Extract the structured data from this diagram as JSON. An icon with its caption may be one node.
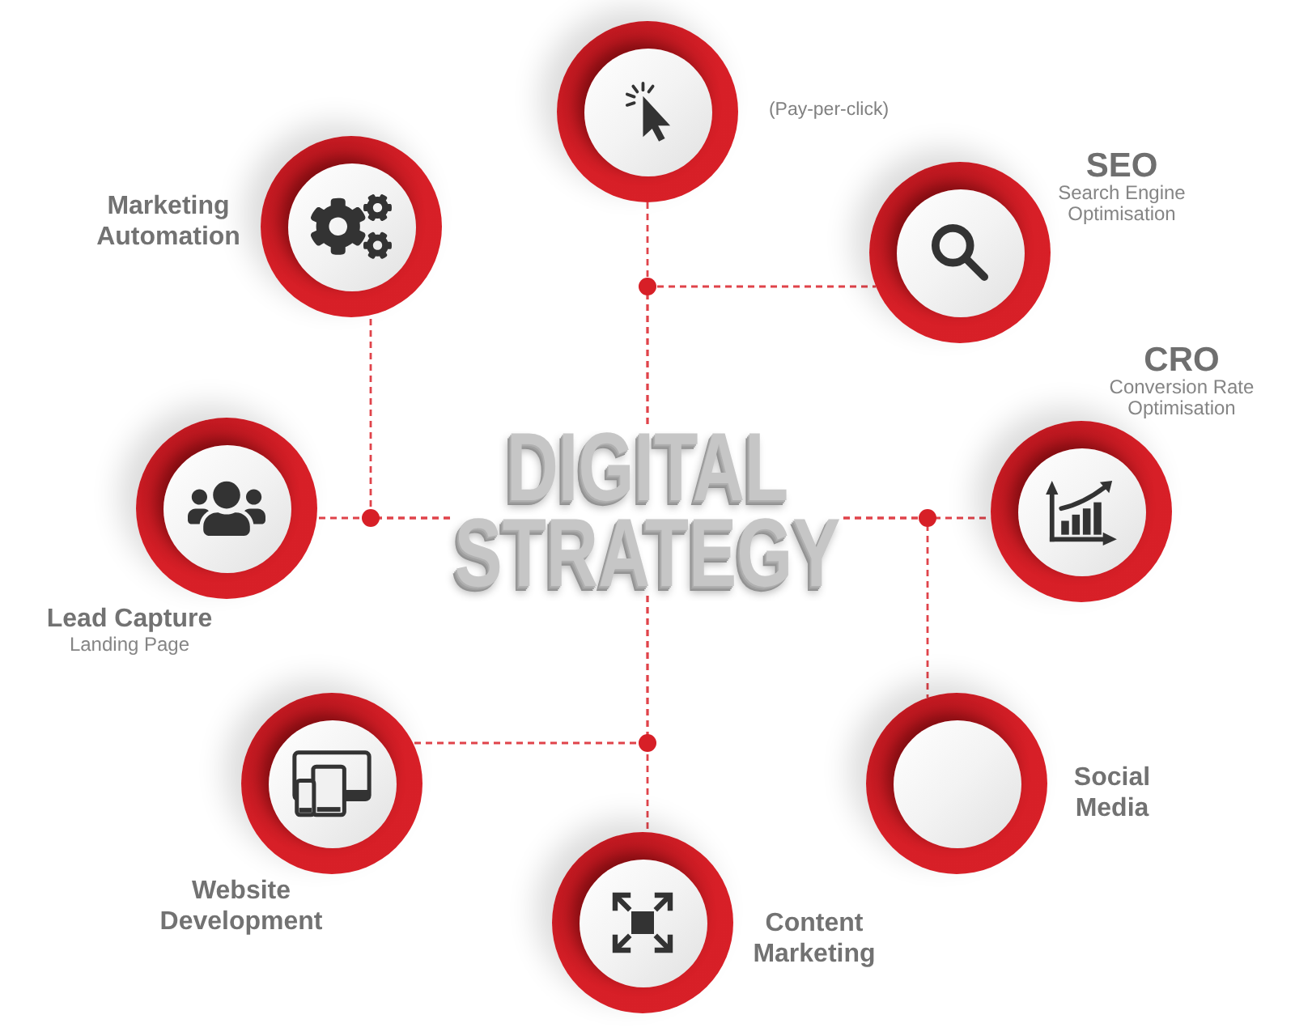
{
  "diagram": {
    "nodes": [
      {
        "text": [
          "(Pay-per-click)"
        ]
      },
      {
        "text": [
          "Marketing Automation"
        ]
      },
      {
        "text": [
          "SEO",
          "Search Engine Optimisation"
        ]
      },
      {
        "text": [
          "Lead Capture",
          "Landing Page"
        ]
      },
      {
        "text": [
          "DIGITAL STRATEGY"
        ]
      },
      {
        "text": [
          "CRO",
          "Conversion Rate Optimisation"
        ]
      },
      {
        "text": [
          "Website Development"
        ]
      },
      {
        "text": [
          "Social Media"
        ]
      },
      {
        "text": [
          "Content Marketing"
        ]
      }
    ],
    "edges": [
      {
        "from": 4,
        "to": 0,
        "arrow": "none",
        "style": "dashed"
      },
      {
        "from": 4,
        "to": 1,
        "arrow": "none",
        "style": "dashed"
      },
      {
        "from": 4,
        "to": 2,
        "arrow": "none",
        "style": "dashed"
      },
      {
        "from": 4,
        "to": 3,
        "arrow": "none",
        "style": "dashed"
      },
      {
        "from": 4,
        "to": 5,
        "arrow": "none",
        "style": "dashed"
      },
      {
        "from": 4,
        "to": 6,
        "arrow": "none",
        "style": "dashed"
      },
      {
        "from": 4,
        "to": 7,
        "arrow": "none",
        "style": "dashed"
      },
      {
        "from": 4,
        "to": 8,
        "arrow": "none",
        "style": "dashed"
      }
    ]
  }
}
